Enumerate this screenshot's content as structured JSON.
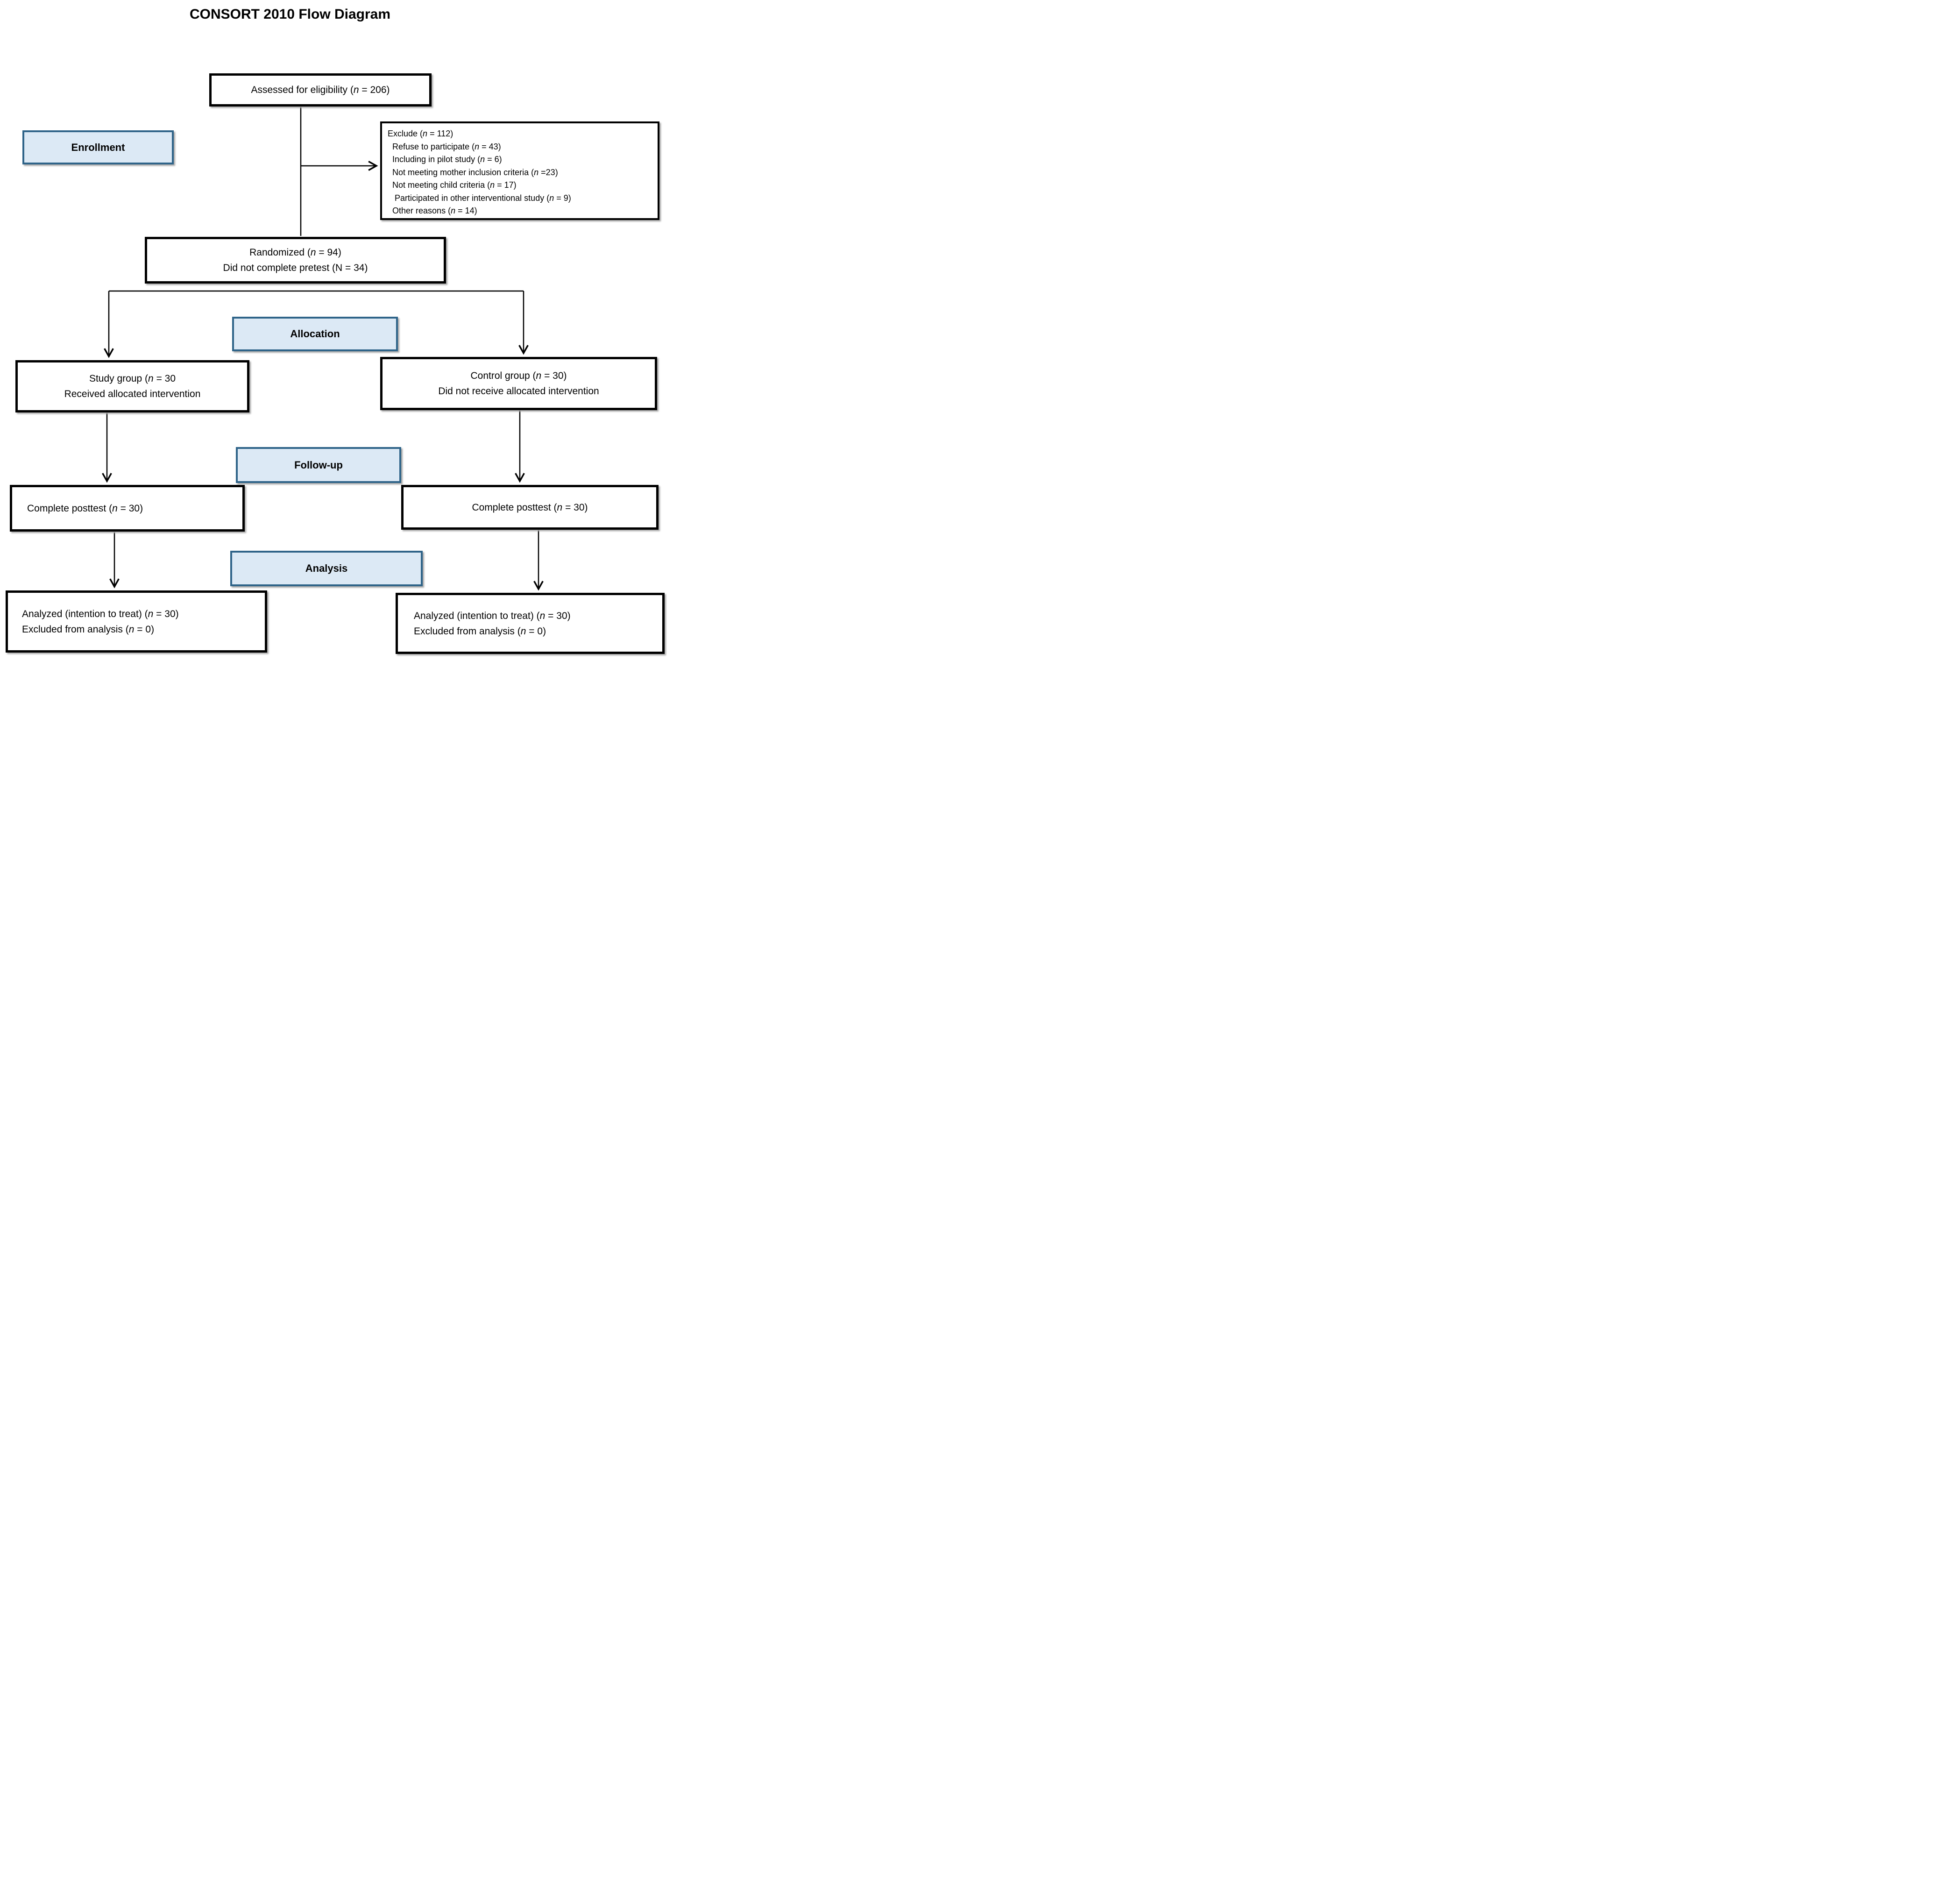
{
  "title": "CONSORT 2010 Flow Diagram",
  "colors": {
    "stage_fill": "#dce9f5",
    "stage_border": "#2f6489",
    "box_border": "#000000",
    "background": "#ffffff"
  },
  "stages": {
    "enrollment": "Enrollment",
    "allocation": "Allocation",
    "followup": "Follow-up",
    "analysis": "Analysis"
  },
  "boxes": {
    "assessed": {
      "lines": [
        {
          "pre": "Assessed for eligibility (",
          "n": "n",
          "post": " = 206)"
        }
      ]
    },
    "excluded": {
      "lines": [
        {
          "pre": "Exclude (",
          "n": "n",
          "post": " = 112)"
        },
        {
          "pre": "  Refuse to participate (",
          "n": "n",
          "post": " = 43)"
        },
        {
          "pre": "  Including in pilot study (",
          "n": "n",
          "post": " = 6)"
        },
        {
          "pre": "  Not meeting mother inclusion criteria (",
          "n": "n",
          "post": " =23)"
        },
        {
          "pre": "  Not meeting child criteria (",
          "n": "n",
          "post": " = 17)"
        },
        {
          "pre": "   Participated in other interventional study (",
          "n": "n",
          "post": " = 9)"
        },
        {
          "pre": "  Other reasons (",
          "n": "n",
          "post": " = 14)"
        }
      ]
    },
    "randomized": {
      "lines": [
        {
          "pre": "Randomized (",
          "n": "n",
          "post": " = 94)"
        },
        {
          "pre": "Did not complete pretest (N = 34)",
          "n": "",
          "post": ""
        }
      ]
    },
    "study_group": {
      "lines": [
        {
          "pre": "Study group (",
          "n": "n",
          "post": " = 30"
        },
        {
          "pre": "Received allocated intervention",
          "n": "",
          "post": ""
        }
      ]
    },
    "control_group": {
      "lines": [
        {
          "pre": "Control group (",
          "n": "n",
          "post": " = 30)"
        },
        {
          "pre": "Did not receive allocated intervention",
          "n": "",
          "post": ""
        }
      ]
    },
    "posttest_study": {
      "lines": [
        {
          "pre": "Complete posttest (",
          "n": "n",
          "post": " = 30)"
        }
      ]
    },
    "posttest_control": {
      "lines": [
        {
          "pre": "Complete posttest (",
          "n": "n",
          "post": " = 30)"
        }
      ]
    },
    "analyzed_study": {
      "lines": [
        {
          "pre": "Analyzed (intention to treat) (",
          "n": "n",
          "post": " = 30)"
        },
        {
          "pre": "Excluded from analysis (",
          "n": "n",
          "post": " = 0)"
        }
      ]
    },
    "analyzed_control": {
      "lines": [
        {
          "pre": "Analyzed (intention to treat) (",
          "n": "n",
          "post": " = 30)"
        },
        {
          "pre": "Excluded from analysis (",
          "n": "n",
          "post": " = 0)"
        }
      ]
    }
  }
}
